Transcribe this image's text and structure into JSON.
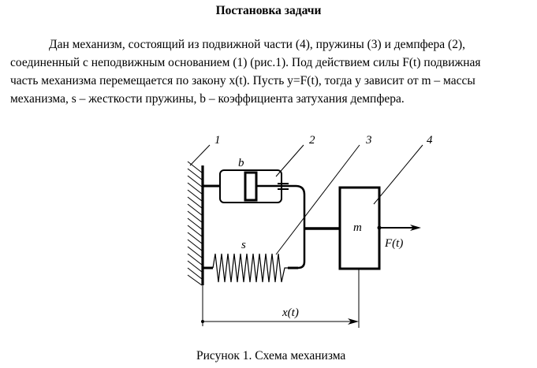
{
  "document": {
    "title": "Постановка задачи",
    "paragraph_lines": [
      "Дан механизм, состоящий из подвижной части (4), пружины (3) и демпфера (2),",
      "соединенный с неподвижным основанием (1) (рис.1). Под действием силы F(t) подвижная",
      "часть механизма перемещается по закону x(t). Пусть y=F(t), тогда y зависит от m – массы",
      "механизма, s – жесткости пружины, b – коэффициента затухания демпфера."
    ],
    "figure_caption": "Рисунок 1. Схема механизма"
  },
  "figure": {
    "part_labels": {
      "base": "1",
      "damper": "2",
      "spring": "3",
      "moving_part": "4"
    },
    "symbols": {
      "damping": "b",
      "stiffness": "s",
      "mass": "m",
      "force": "F(t)",
      "displacement": "x(t)"
    }
  }
}
